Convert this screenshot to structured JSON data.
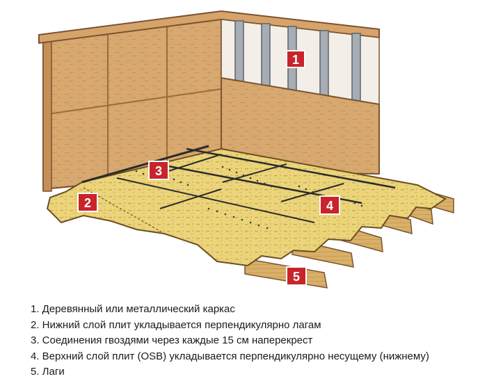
{
  "diagram": {
    "markers": [
      {
        "id": "1",
        "label": "1"
      },
      {
        "id": "2",
        "label": "2"
      },
      {
        "id": "3",
        "label": "3"
      },
      {
        "id": "4",
        "label": "4"
      },
      {
        "id": "5",
        "label": "5"
      }
    ],
    "colors": {
      "marker": "#c8242b",
      "osb_wall": "#d8aa72",
      "osb_floor": "#ecd77a",
      "joist": "#d9b069",
      "steel": "#a7adb4"
    }
  },
  "legend": {
    "items": [
      "1. Деревянный или металлический каркас",
      "2. Нижний слой плит укладывается перпендикулярно лагам",
      "3. Соединения гвоздями через каждые 15 см наперекрест",
      "4. Верхний слой плит (OSB) укладывается перпендикулярно несущему (нижнему)",
      "5. Лаги"
    ]
  }
}
